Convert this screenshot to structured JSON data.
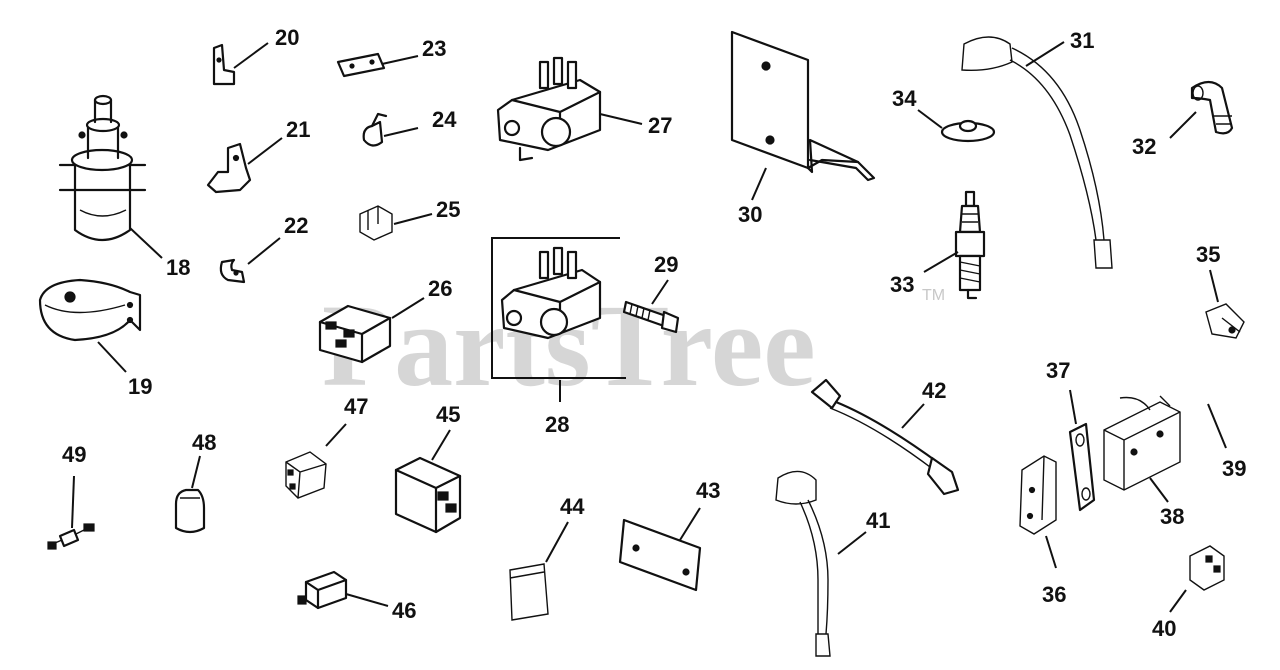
{
  "watermark": {
    "text": "PartsTree",
    "trademark": "TM"
  },
  "callouts": {
    "n18": "18",
    "n19": "19",
    "n20": "20",
    "n21": "21",
    "n22": "22",
    "n23": "23",
    "n24": "24",
    "n25": "25",
    "n26": "26",
    "n27": "27",
    "n28": "28",
    "n29": "29",
    "n30": "30",
    "n31": "31",
    "n32": "32",
    "n33": "33",
    "n34": "34",
    "n35": "35",
    "n36": "36",
    "n37": "37",
    "n38": "38",
    "n39": "39",
    "n40": "40",
    "n41": "41",
    "n42": "42",
    "n43": "43",
    "n44": "44",
    "n45": "45",
    "n46": "46",
    "n47": "47",
    "n48": "48",
    "n49": "49"
  }
}
